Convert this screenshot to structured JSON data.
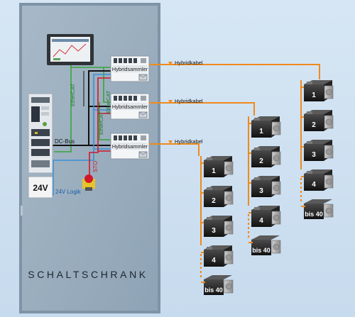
{
  "cabinet": {
    "title": "SCHALTSCHRANK",
    "supply_label": "24V",
    "labels": {
      "ethercat": "EtherCAT",
      "dc_bus": "DC-Bus",
      "sto": "STO",
      "logic": "24V Logik"
    }
  },
  "hub": {
    "label": "Hybridsammler"
  },
  "cable": {
    "label": "Hybridkabel"
  },
  "motor_numbers": [
    "1",
    "2",
    "3",
    "4"
  ],
  "motor_last_label": "bis 40",
  "colors": {
    "cable_orange": "#f08a1c",
    "ethercat_green": "#3aa23a",
    "sto_red": "#d0182a",
    "logic_blue": "#3a8fd6",
    "dc_black": "#111111"
  }
}
